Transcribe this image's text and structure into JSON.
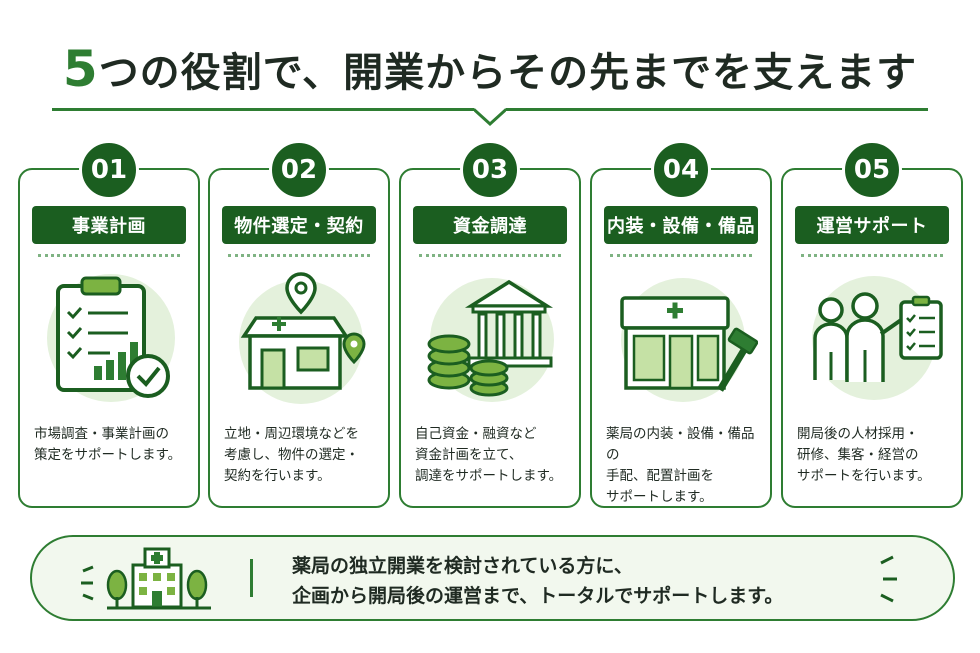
{
  "title": {
    "number": "5",
    "text": "つの役割で、開業からその先までを支えます"
  },
  "colors": {
    "accent": "#2e7d32",
    "dark": "#1b5e20",
    "light": "#e4f1dc"
  },
  "cards": [
    {
      "number": "01",
      "label": "事業計画",
      "icon": "clipboard-chart-check-icon",
      "description": "市場調査・事業計画の\n策定をサポートします。"
    },
    {
      "number": "02",
      "label": "物件選定・契約",
      "icon": "pharmacy-location-pin-icon",
      "description": "立地・周辺環境などを\n考慮し、物件の選定・\n契約を行います。"
    },
    {
      "number": "03",
      "label": "資金調達",
      "icon": "bank-coins-icon",
      "description": "自己資金・融資など\n資金計画を立て、\n調達をサポートします。"
    },
    {
      "number": "04",
      "label": "内装・設備・備品",
      "icon": "pharmacy-hammer-icon",
      "description": "薬局の内装・設備・備品の\n手配、配置計画を\nサポートします。"
    },
    {
      "number": "05",
      "label": "運営サポート",
      "icon": "staff-checklist-icon",
      "description": "開局後の人材採用・\n研修、集客・経営の\nサポートを行います。"
    }
  ],
  "footer": {
    "icon": "hospital-trees-icon",
    "text": "薬局の独立開業を検討されている方に、\n企画から開局後の運営まで、トータルでサポートします。"
  }
}
